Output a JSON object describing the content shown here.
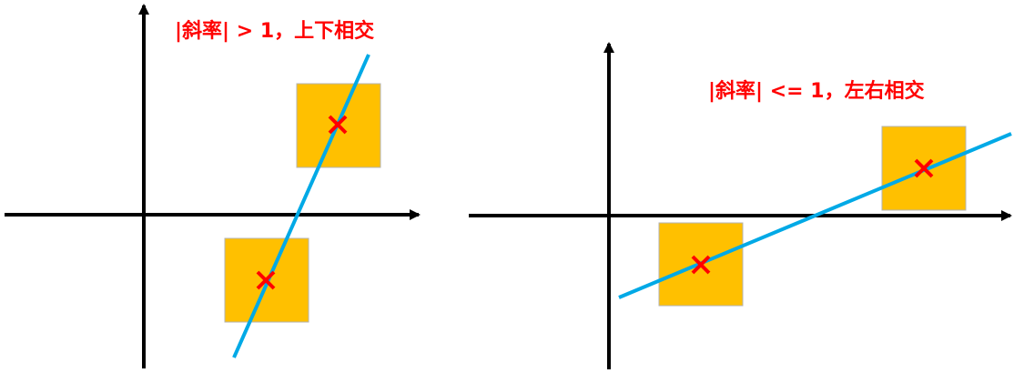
{
  "colors": {
    "axis": "#000000",
    "line": "#00a9e6",
    "box": "#ffc000",
    "box_border": "#b3b3b3",
    "cross": "#ff0000",
    "text": "#ff0000",
    "background": "#ffffff"
  },
  "diagrams": [
    {
      "annotation": "|斜率| > 1，上下相交",
      "line_style": "steep",
      "boxes": 2,
      "cross_markers": 2
    },
    {
      "annotation": "|斜率| <= 1，左右相交",
      "line_style": "shallow",
      "boxes": 2,
      "cross_markers": 2
    }
  ]
}
